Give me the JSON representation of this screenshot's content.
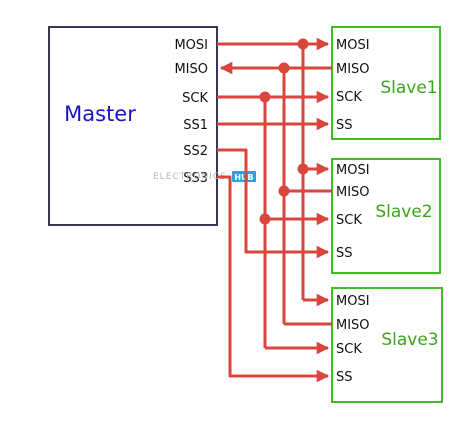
{
  "colors": {
    "master_border": "#3a3556",
    "master_title": "#1a14c8",
    "slave_border": "#3fbf1f",
    "slave_title": "#3aa51c",
    "wire": "#d9463e",
    "watermark_badge": "#27a3dd"
  },
  "master": {
    "title": "Master",
    "pins": [
      "MOSI",
      "MISO",
      "SCK",
      "SS1",
      "SS2",
      "SS3"
    ]
  },
  "slaves": [
    {
      "title": "Slave1",
      "pins": [
        "MOSI",
        "MISO",
        "SCK",
        "SS"
      ]
    },
    {
      "title": "Slave2",
      "pins": [
        "MOSI",
        "MISO",
        "SCK",
        "SS"
      ]
    },
    {
      "title": "Slave3",
      "pins": [
        "MOSI",
        "MISO",
        "SCK",
        "SS"
      ]
    }
  ],
  "watermark": {
    "text": "ELECTRONICS",
    "badge": "HUB"
  }
}
